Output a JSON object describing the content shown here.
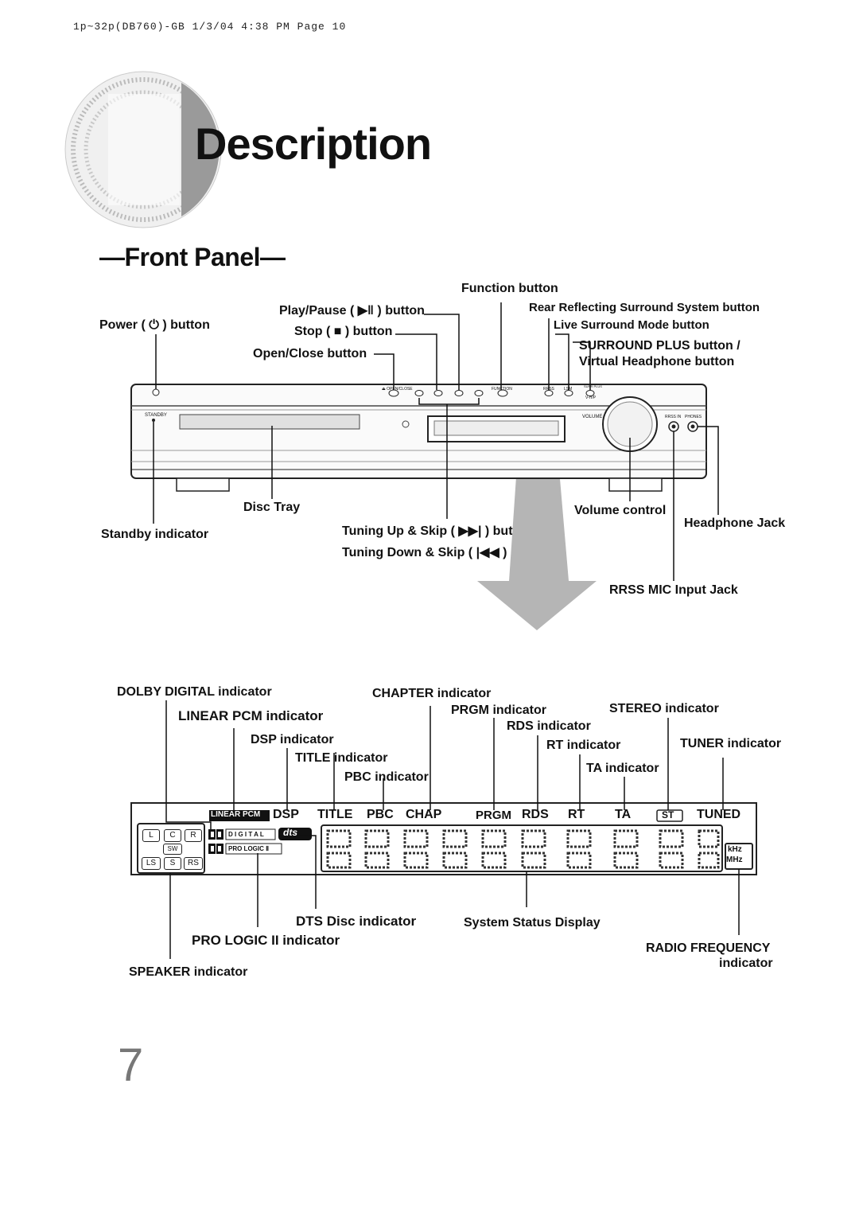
{
  "header_line": "1p~32p(DB760)-GB   1/3/04  4:38 PM   Page 10",
  "page_title": "Description",
  "section_title": "—Front Panel—",
  "front_panel_labels": {
    "function_button": "Function button",
    "play_pause_button": "Play/Pause ( ▶‖ ) button",
    "rear_reflecting_button": "Rear Reflecting Surround System button",
    "power_button": "Power ( ⏻ ) button",
    "stop_button": "Stop ( ■ ) button",
    "live_surround_button": "Live Surround Mode button",
    "open_close_button": "Open/Close button",
    "surround_plus_line1": "SURROUND PLUS button /",
    "surround_plus_line2": "Virtual Headphone button",
    "disc_tray": "Disc Tray",
    "volume_control": "Volume control",
    "headphone_jack": "Headphone Jack",
    "standby_indicator": "Standby indicator",
    "tuning_up": "Tuning Up & Skip ( ▶▶| ) buttons",
    "tuning_down": "Tuning Down & Skip ( |◀◀ ) buttons",
    "rrss_mic": "RRSS MIC Input Jack"
  },
  "device_labels": {
    "standby": "STANDBY",
    "open_close": "⏏ OPEN/CLOSE",
    "function": "FUNCTION",
    "rrss": "RRSS",
    "lsm": "LSM",
    "surr": "SURR PLUS",
    "vhp": "V-H/P",
    "volume": "VOLUME",
    "rrss_in": "RRSS IN",
    "phones": "PHONES"
  },
  "display_labels": {
    "dolby_digital": "DOLBY DIGITAL indicator",
    "linear_pcm": "LINEAR PCM indicator",
    "dsp": "DSP indicator",
    "title": "TITLE indicator",
    "pbc": "PBC indicator",
    "chapter": "CHAPTER indicator",
    "prgm": "PRGM indicator",
    "rds": "RDS indicator",
    "stereo": "STEREO indicator",
    "rt": "RT indicator",
    "tuner": "TUNER indicator",
    "ta": "TA indicator",
    "dts_disc": "DTS Disc indicator",
    "system_status": "System Status Display",
    "pro_logic": "PRO LOGIC II indicator",
    "radio_freq_line1": "RADIO FREQUENCY",
    "radio_freq_line2": "indicator",
    "speaker": "SPEAKER indicator"
  },
  "display_panel": {
    "linear_pcm": "LINEAR PCM",
    "dsp": "DSP",
    "title": "TITLE",
    "pbc": "PBC",
    "chap": "CHAP",
    "prgm": "PRGM",
    "rds": "RDS",
    "rt": "RT",
    "ta": "TA",
    "st": "ST",
    "tuned": "TUNED",
    "digital": "D I G I T A L",
    "pro_logic": "PRO LOGIC Ⅱ",
    "dts": "dts",
    "khz": "kHz",
    "mhz": "MHz",
    "speakers": [
      "L",
      "C",
      "R",
      "SW",
      "LS",
      "S",
      "RS"
    ]
  },
  "page_number": "7"
}
